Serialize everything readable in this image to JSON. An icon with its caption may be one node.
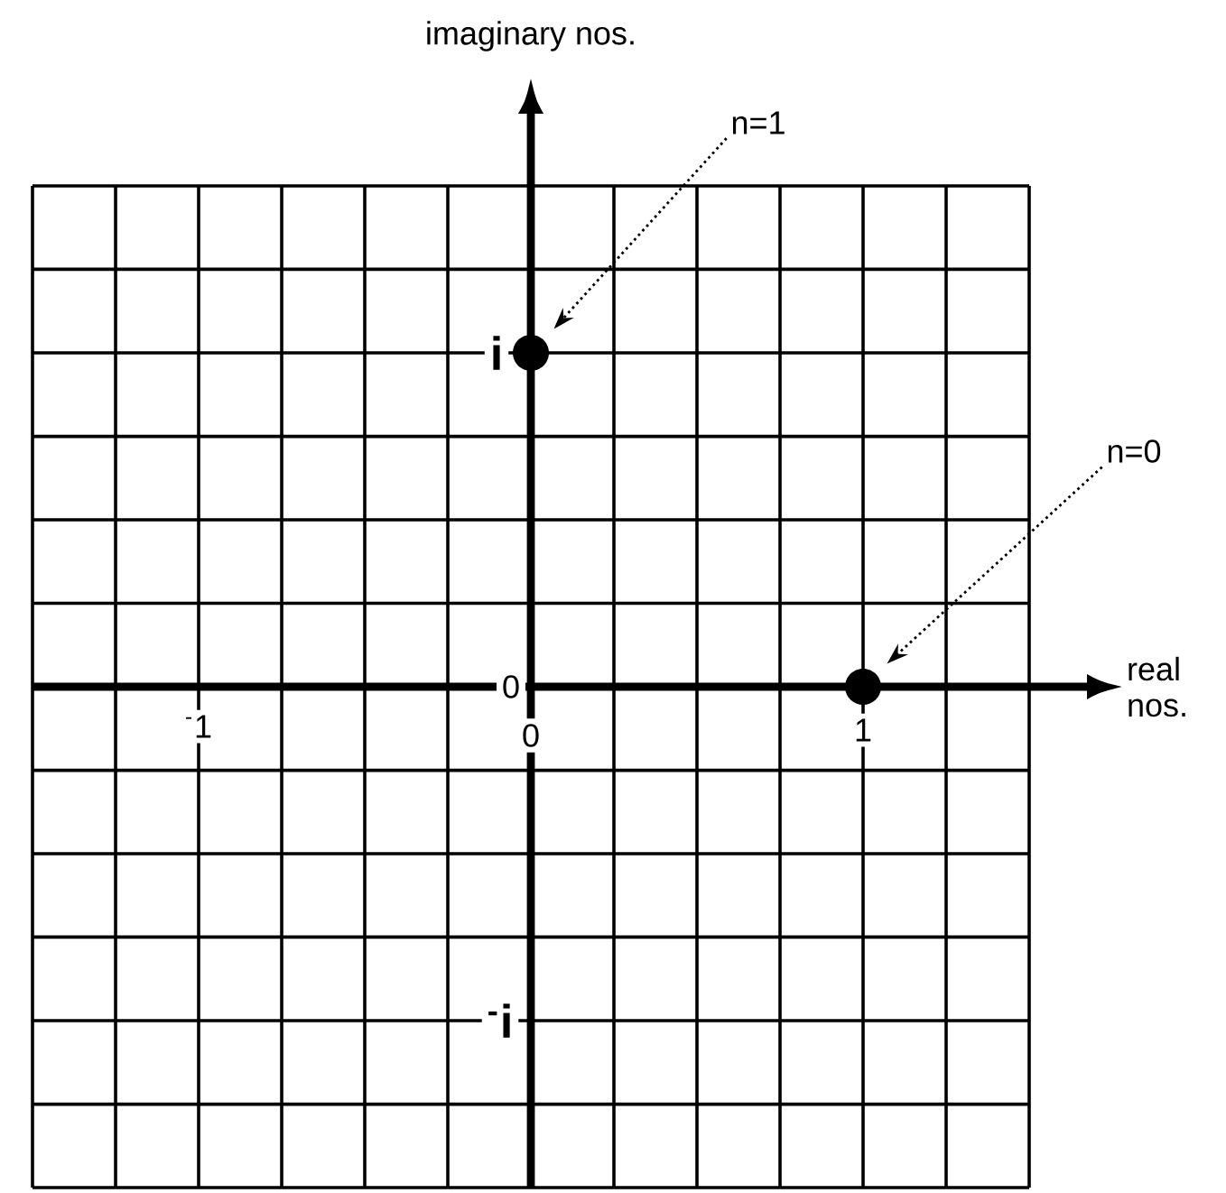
{
  "diagram": {
    "nodes": [
      {
        "text": [
          "n=1"
        ]
      },
      {
        "text": [],
        "shape": "circle"
      },
      {
        "text": [
          "n=0"
        ]
      },
      {
        "text": [],
        "shape": "circle"
      }
    ],
    "edges": [
      {
        "from": 0,
        "to": 1,
        "arrow": "to"
      },
      {
        "from": 2,
        "to": 3,
        "arrow": "to"
      }
    ],
    "labels": [
      "imaginary nos.",
      "i",
      "0",
      "real nos.",
      "$^{-}$1",
      "0",
      "1",
      "$^{-}$i"
    ]
  }
}
